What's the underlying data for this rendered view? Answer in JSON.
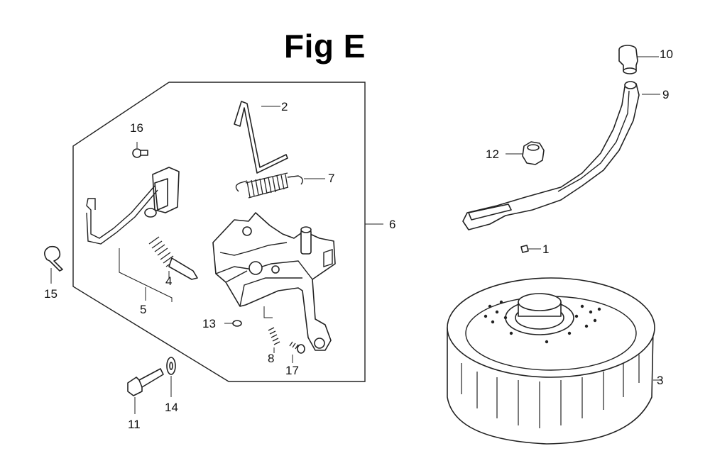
{
  "title": "Fig E",
  "callouts": {
    "c1": "1",
    "c2": "2",
    "c3": "3",
    "c4": "4",
    "c5": "5",
    "c6": "6",
    "c7": "7",
    "c8": "8",
    "c9": "9",
    "c10": "10",
    "c11": "11",
    "c12": "12",
    "c13": "13",
    "c14": "14",
    "c15": "15",
    "c16": "16",
    "c17": "17"
  }
}
